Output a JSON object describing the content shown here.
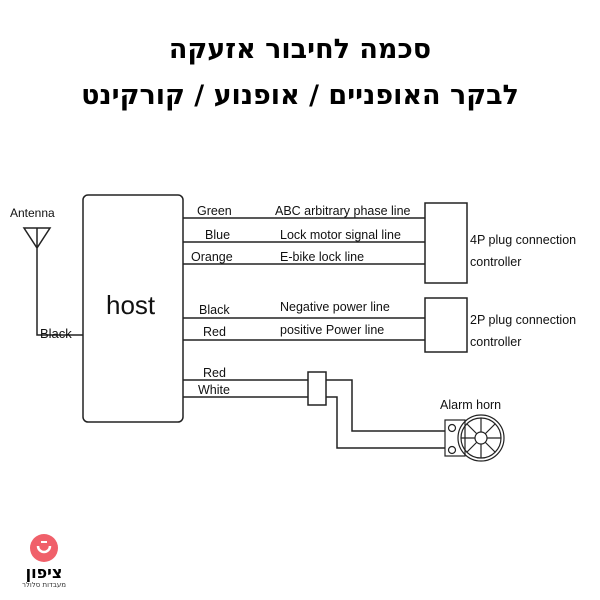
{
  "title_line1": "סכמה לחיבור אזעקה",
  "title_line2": "לבקר האופניים / אופנוע / קורקינט",
  "diagram": {
    "host": "host",
    "antenna": "Antenna",
    "antenna_wire": "Black",
    "wires": [
      {
        "color": "Green",
        "function": "ABC arbitrary phase line"
      },
      {
        "color": "Blue",
        "function": "Lock motor signal line"
      },
      {
        "color": "Orange",
        "function": "E-bike lock line"
      },
      {
        "color": "Black",
        "function": "Negative power line"
      },
      {
        "color": "Red",
        "function": "positive Power line"
      },
      {
        "color": "Red",
        "function": ""
      },
      {
        "color": "White",
        "function": ""
      }
    ],
    "plug_4p": [
      "4P plug connection",
      "controller"
    ],
    "plug_2p": [
      "2P plug connection",
      "controller"
    ],
    "alarm_horn": "Alarm horn"
  },
  "logo": {
    "name": "ציפון",
    "tagline": "מעבדות סלולר",
    "color": "#f0606a"
  }
}
